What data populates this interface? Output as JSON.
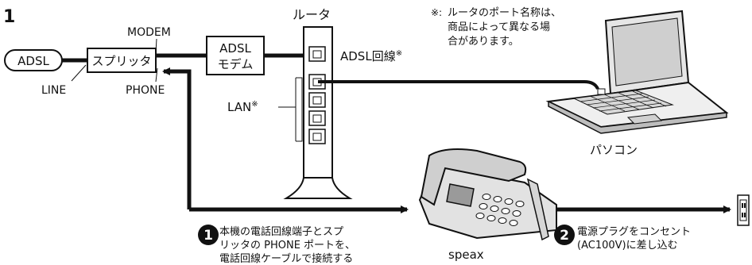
{
  "step_number": "1",
  "labels": {
    "adsl": "ADSL",
    "splitter": "スプリッタ",
    "modem_port": "MODEM",
    "line_port": "LINE",
    "phone_port": "PHONE",
    "adsl_modem_line1": "ADSL",
    "adsl_modem_line2": "モデム",
    "router": "ルータ",
    "router_adsl_port": "ADSL回線",
    "router_lan_port": "LAN",
    "asterisk": "※",
    "pc": "パソコン",
    "fax": "speax"
  },
  "note": {
    "mark": "※:",
    "line1": "ルータのポート名称は、",
    "line2": "商品によって異なる場",
    "line3": "合があります。"
  },
  "steps": [
    {
      "number": "1",
      "lines": [
        "本機の電話回線端子とスプ",
        "リッタの PHONE ポートを、",
        "電話回線ケーブルで接続する"
      ]
    },
    {
      "number": "2",
      "lines": [
        "電源プラグをコンセント",
        "(AC100V)に差し込む"
      ]
    }
  ]
}
